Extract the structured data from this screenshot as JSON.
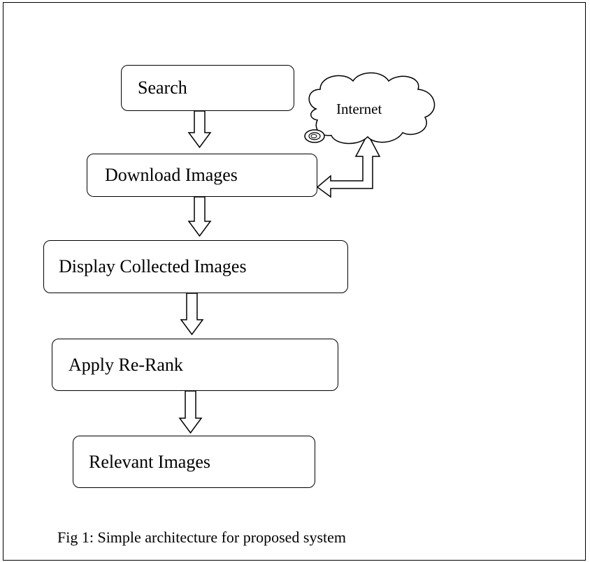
{
  "diagram": {
    "steps": [
      {
        "id": "search",
        "label": "Search"
      },
      {
        "id": "download",
        "label": "Download Images"
      },
      {
        "id": "display",
        "label": "Display Collected Images"
      },
      {
        "id": "rerank",
        "label": "Apply Re-Rank"
      },
      {
        "id": "relevant",
        "label": "Relevant Images"
      }
    ],
    "cloud": {
      "label": "Internet"
    },
    "caption": "Fig 1: Simple architecture for proposed system"
  }
}
